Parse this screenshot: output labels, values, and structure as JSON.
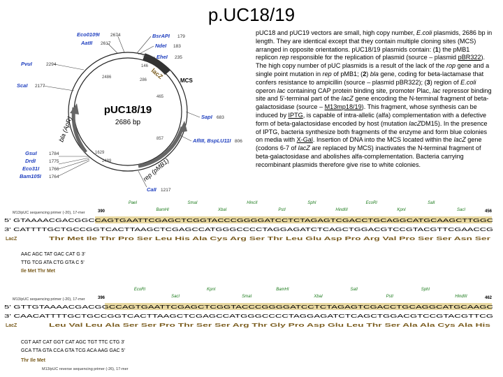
{
  "title": "p.UC18/19",
  "plasmid": {
    "name": "pUC18/19",
    "size": "2686 bp",
    "sites": [
      {
        "label": "Eco0109I",
        "pos": "2674"
      },
      {
        "label": "AatII",
        "pos": "2617"
      },
      {
        "label": "PvuI",
        "pos": "2294"
      },
      {
        "label": "ScaI",
        "pos": "2177"
      },
      {
        "label": "GsuI",
        "pos": "1784"
      },
      {
        "label": "DrdI",
        "pos": "1775"
      },
      {
        "label": "Eco31I",
        "pos": "1766"
      },
      {
        "label": "Bam105I",
        "pos": "1764"
      },
      {
        "label": "BsrAPI",
        "pos": "179"
      },
      {
        "label": "NdeI",
        "pos": "183"
      },
      {
        "label": "EheI",
        "pos": "235"
      },
      {
        "label": "SapI",
        "pos": "683"
      },
      {
        "label": "AflIII, BspLU11I",
        "pos": "806"
      },
      {
        "label": "CaII",
        "pos": "1217"
      }
    ],
    "inner_numbers": [
      "2486",
      "146",
      "286",
      "465",
      "1629",
      "2489",
      "857"
    ],
    "features": {
      "lacz": "lacZ",
      "mcs": "MCS",
      "bla": "bla (ApR)",
      "rep": "rep (pMB1)"
    }
  },
  "description": [
    [
      {
        "t": "pUC18 and pUC19 vectors are small, high copy number, "
      },
      {
        "t": "E.coli",
        "s": "i"
      },
      {
        "t": " plasmids, 2686 bp in length. They are identical except that they contain multiple cloning sites (MCS) arranged in opposite orientations. pUC18/19 plasmids contain: ("
      },
      {
        "t": "1",
        "s": "b"
      },
      {
        "t": ") the pMB1 replicon "
      },
      {
        "t": "rep",
        "s": "i"
      },
      {
        "t": " responsible for the replication of plasmid (source – plasmid "
      },
      {
        "t": "pBR322",
        "s": "u"
      },
      {
        "t": "). The high copy number of pUC plasmids is a result of the lack of the "
      },
      {
        "t": "rop",
        "s": "i"
      },
      {
        "t": " gene and a single point mutation in "
      },
      {
        "t": "rep",
        "s": "i"
      },
      {
        "t": " of pMB1; ("
      },
      {
        "t": "2",
        "s": "b"
      },
      {
        "t": ") "
      },
      {
        "t": "bla",
        "s": "i"
      },
      {
        "t": " gene, coding for beta-lactamase that confers resistance to ampicillin (source – plasmid pBR322); ("
      },
      {
        "t": "3",
        "s": "b"
      },
      {
        "t": ") region of "
      },
      {
        "t": "E.coli",
        "s": "i"
      },
      {
        "t": " operon "
      },
      {
        "t": "lac",
        "s": "i"
      },
      {
        "t": " containing CAP protein binding site, promoter Plac, "
      },
      {
        "t": "lac",
        "s": "i"
      },
      {
        "t": " repressor binding site and 5'-terminal part of the "
      },
      {
        "t": "lacZ",
        "s": "i"
      },
      {
        "t": " gene encoding the N-terminal fragment of beta-galactosidase (source – "
      },
      {
        "t": "M13mp18/19",
        "s": "u"
      },
      {
        "t": "). This fragment, whose synthesis can be induced by "
      },
      {
        "t": "IPTG",
        "s": "u"
      },
      {
        "t": ", is capable of intra-allelic (alfa) complementation with a defective form of beta-galactosidase encoded by host (mutation "
      },
      {
        "t": "lacZ",
        "s": "i"
      },
      {
        "t": "DM15). In the presence of IPTG, bacteria synthesize both fragments of the enzyme and form blue colonies on media with "
      },
      {
        "t": "X-Gal",
        "s": "u"
      },
      {
        "t": ". Insertion of DNA into the MCS located within the "
      },
      {
        "t": "lacZ",
        "s": "i"
      },
      {
        "t": " gene (codons 6-7 of "
      },
      {
        "t": "lacZ",
        "s": "i"
      },
      {
        "t": " are replaced by MCS) inactivates the N-terminal fragment of beta-galactosidase and abolishes alfa-complementation. Bacteria carrying recombinant plasmids therefore give rise to white colonies."
      }
    ]
  ],
  "seq18": {
    "header": "M13/pUC sequencing primer (-20), 17-mer",
    "start_num": "390",
    "end_num": "456",
    "enzymes": [
      "PaeI",
      "BamHI",
      "SmaI",
      "XbaI",
      "HincII",
      "PstI",
      "SphI",
      "HindIII",
      "EcoRI",
      "KpnI",
      "SalI",
      "SacI"
    ],
    "top_strand": "5' GTAAAACGACGGCCAGTGAATTCGAGCTCGGTACCCGGGGATCCTCTAGAGTCGACCTGCAGGCATGCAAGCTTGGC",
    "bottom_strand": "3' CATTTTGCTGCCGGTCACTTAAGCTCGAGCCATGGGCCCCTAGGAGATCTCAGCTGGACGTCCGTACGTTCGAACCG",
    "lacz_label": "LacZ",
    "aa": "Thr Met Ile Thr Pro Ser Leu His Ala Cys Arg Ser Thr Leu Glu Asp Pro Arg Val Pro Ser Ser Asn Ser",
    "tail_top": "AAC AGC TAT GAC CAT G 3'",
    "tail_bottom": "TTG TCG ATA CTG GTA C 5'",
    "tail_aa": "Ile Met Thr Met"
  },
  "seq19": {
    "header": "M13/pUC sequencing primer (-20), 17-mer",
    "start_num": "396",
    "end_num": "462",
    "enzymes": [
      "EcoRI",
      "SacI",
      "KpnI",
      "SmaI",
      "BamHI",
      "XbaI",
      "SalI",
      "PstI",
      "SphI",
      "HindIII"
    ],
    "top_strand": "5' GTTGTAAAACGACGGCCAGTGAATTCGAGCTCGGTACCCGGGGATCCTCTAGAGTCGACCTGCAGGCATGCAAGC",
    "bottom_strand": "3' CAACATTTTGCTGCCGGTCACTTAAGCTCGAGCCATGGGCCCCTAGGAGATCTCAGCTGGACGTCCGTACGTTCG",
    "lacz_label": "LacZ",
    "aa": "Leu Val Leu Ala Ser Ser Pro Thr Ser Ser Arg Thr Gly Pro Asp Glu Leu Thr Ser Ala Ala Cys Ala His",
    "tail_top": "CGT AAT CAT GGT CAT AGC TGT TTC CTG 3'",
    "tail_bottom": "GCA TTA GTA CCA GTA TCG ACA AAG GAC 5'",
    "tail_aa": "Thr Ile Met",
    "reverse_primer": "M13/pUC reverse sequencing primer (-26), 17-mer"
  },
  "colors": {
    "enzyme": "#1a7a1a",
    "site_label": "#1f3fbf",
    "highlight": "#e8d8a0",
    "lacz": "#7a5c1e"
  }
}
